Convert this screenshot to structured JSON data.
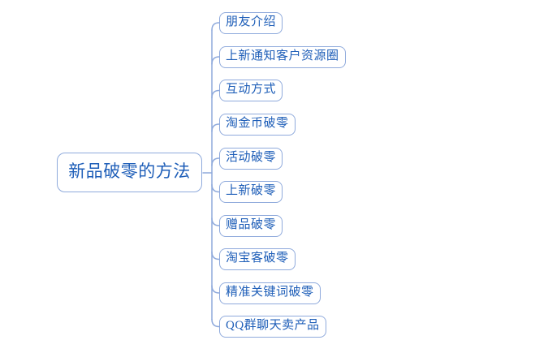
{
  "diagram": {
    "type": "mindmap",
    "root": {
      "label": "新品破零的方法"
    },
    "children": [
      {
        "label": "朋友介绍"
      },
      {
        "label": "上新通知客户资源圈"
      },
      {
        "label": "互动方式"
      },
      {
        "label": "淘金币破零"
      },
      {
        "label": "活动破零"
      },
      {
        "label": "上新破零"
      },
      {
        "label": "赠品破零"
      },
      {
        "label": "淘宝客破零"
      },
      {
        "label": "精准关键词破零"
      },
      {
        "label": "QQ群聊天卖产品"
      }
    ],
    "colors": {
      "text": "#1E5EB8",
      "border": "#8FAADC",
      "background": "#FFFFFF"
    }
  }
}
